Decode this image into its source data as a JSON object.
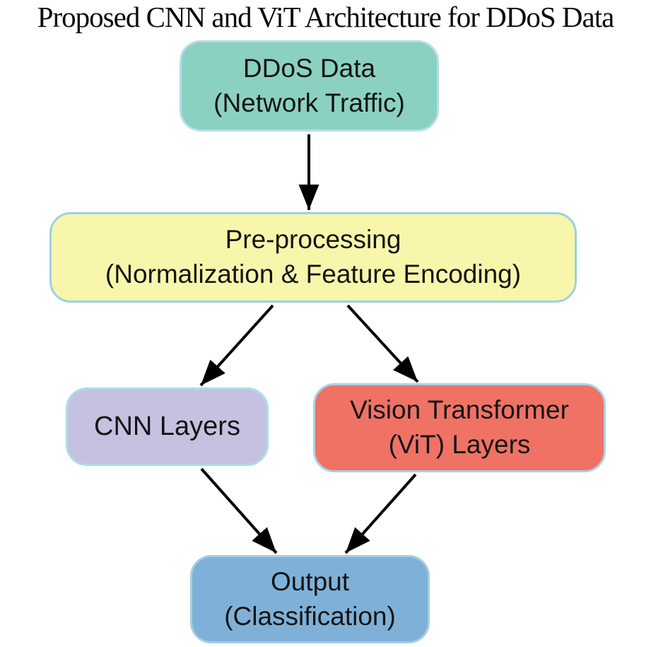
{
  "title": "Proposed CNN and ViT Architecture for DDoS Data",
  "diagram": {
    "nodes": [
      {
        "id": "ddos-data",
        "line1": "DDoS Data",
        "line2": "(Network Traffic)",
        "fill": "#8bd1c1",
        "border": "#b6dde9"
      },
      {
        "id": "preprocessing",
        "line1": "Pre-processing",
        "line2": "(Normalization & Feature Encoding)",
        "fill": "#f8f6ab",
        "border": "#9bd1e6"
      },
      {
        "id": "cnn-layers",
        "line1": "CNN Layers",
        "line2": "",
        "fill": "#c6c1e1",
        "border": "#aadde9"
      },
      {
        "id": "vit-layers",
        "line1": "Vision Transformer",
        "line2": "(ViT) Layers",
        "fill": "#ef7265",
        "border": "#a9d2e3"
      },
      {
        "id": "output",
        "line1": "Output",
        "line2": "(Classification)",
        "fill": "#7fb1d8",
        "border": "#a6cde0"
      }
    ],
    "edges": [
      {
        "from": "ddos-data",
        "to": "preprocessing"
      },
      {
        "from": "preprocessing",
        "to": "cnn-layers"
      },
      {
        "from": "preprocessing",
        "to": "vit-layers"
      },
      {
        "from": "cnn-layers",
        "to": "output"
      },
      {
        "from": "vit-layers",
        "to": "output"
      }
    ],
    "arrow_color": "#000000",
    "text_color": "#141414",
    "background": "#ffffff"
  }
}
